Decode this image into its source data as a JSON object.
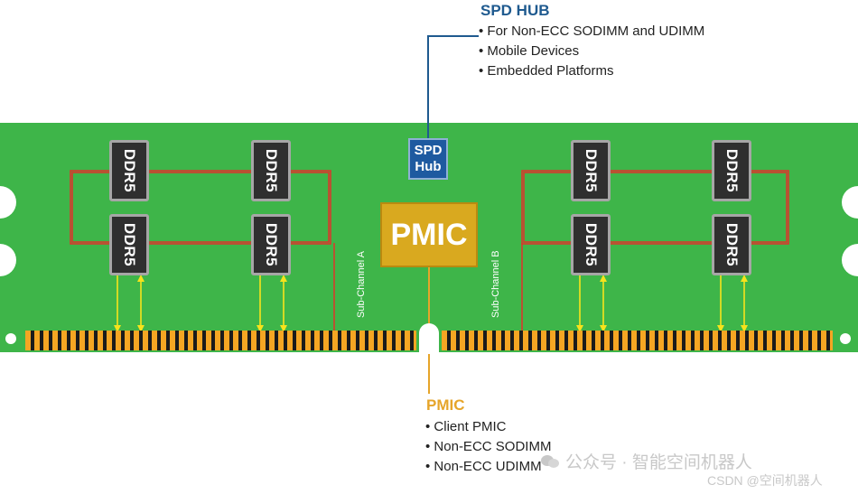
{
  "spd_hub": {
    "title": "SPD HUB",
    "items": [
      "For Non-ECC SODIMM and UDIMM",
      "Mobile Devices",
      "Embedded Platforms"
    ],
    "chip_label_line1": "SPD",
    "chip_label_line2": "Hub"
  },
  "pmic": {
    "title": "PMIC",
    "items": [
      "Client PMIC",
      "Non-ECC SODIMM",
      "Non-ECC UDIMM"
    ],
    "chip_label": "PMIC"
  },
  "dram_label": "DDR5",
  "sub_channel_a": "Sub-Channel A",
  "sub_channel_b": "Sub-Channel B",
  "watermarks": {
    "wechat": "公众号 · 智能空间机器人",
    "csdn": "CSDN @空间机器人"
  },
  "colors": {
    "board": "#3eb549",
    "spd_accent": "#1e5aa0",
    "pmic_accent": "#d9a91f",
    "trace_red": "#e0322b",
    "arrow_yellow": "#f7e31b",
    "connector_gold": "#f5a623"
  }
}
